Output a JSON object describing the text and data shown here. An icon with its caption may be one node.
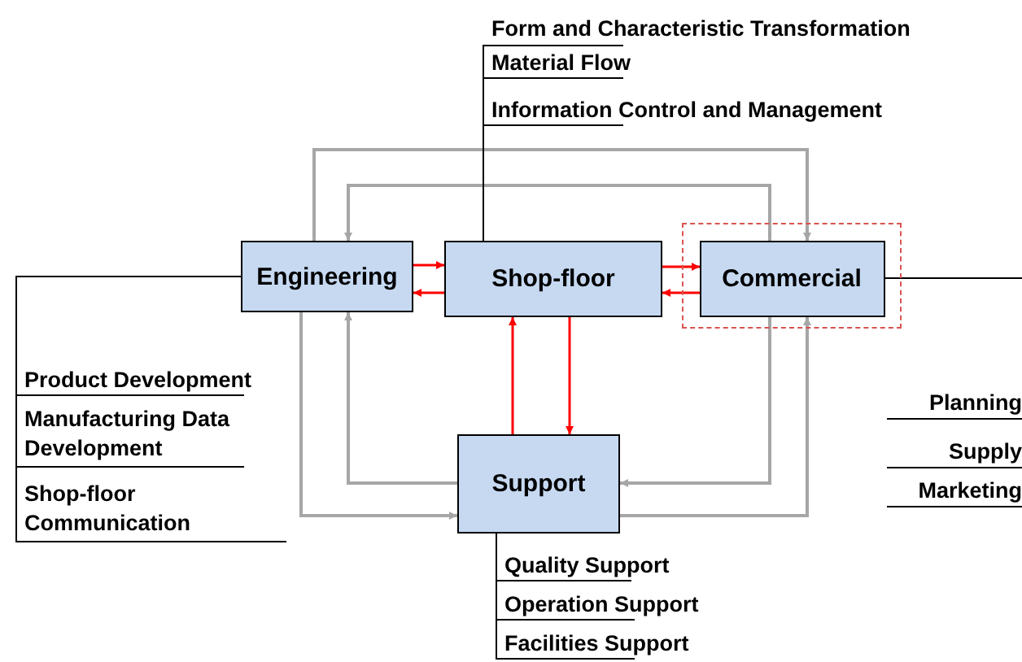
{
  "diagram": {
    "nodes": [
      {
        "text": [
          "Engineering"
        ]
      },
      {
        "text": [
          "Shop-floor"
        ]
      },
      {
        "text": [],
        "shape": "box"
      },
      {
        "text": [
          "Commercial"
        ],
        "in": 2
      },
      {
        "text": [
          "Support"
        ]
      },
      {
        "text": [
          "Form and Characteristic Transformation"
        ]
      },
      {
        "text": [
          "Material Flow"
        ]
      },
      {
        "text": [
          "Information Control and Management"
        ]
      },
      {
        "text": [
          "Product Development"
        ]
      },
      {
        "text": [
          "Manufacturing Data Development"
        ]
      },
      {
        "text": [
          "Shop-floor Communication"
        ]
      },
      {
        "text": [
          "Quality Support"
        ]
      },
      {
        "text": [
          "Operation Support"
        ]
      },
      {
        "text": [
          "Facilities Support"
        ]
      }
    ],
    "edges": [
      {
        "from": 0,
        "to": 1,
        "arrow": "to",
        "color": "#ff0000"
      },
      {
        "from": 1,
        "to": 0,
        "arrow": "to",
        "color": "#ff0000"
      },
      {
        "from": 1,
        "to": 3,
        "arrow": "to",
        "color": "#ff0000"
      },
      {
        "from": 3,
        "to": 1,
        "arrow": "to",
        "color": "#ff0000"
      },
      {
        "from": 4,
        "to": 1,
        "arrow": "to",
        "color": "#ff0000"
      },
      {
        "from": 1,
        "to": 4,
        "arrow": "to",
        "color": "#ff0000"
      },
      {
        "from": 0,
        "to": 3,
        "arrow": "to",
        "color": "#a6a6a6"
      },
      {
        "from": 3,
        "to": 0,
        "arrow": "to",
        "color": "#a6a6a6"
      },
      {
        "from": 0,
        "to": 4,
        "arrow": "to",
        "color": "#a6a6a6"
      },
      {
        "from": 4,
        "to": 0,
        "arrow": "to",
        "color": "#a6a6a6"
      },
      {
        "from": 3,
        "to": 4,
        "arrow": "to",
        "color": "#a6a6a6"
      },
      {
        "from": 4,
        "to": 3,
        "arrow": "to",
        "color": "#a6a6a6"
      },
      {
        "from": 1,
        "to": 5,
        "arrow": "none"
      },
      {
        "from": 1,
        "to": 6,
        "arrow": "none"
      },
      {
        "from": 1,
        "to": 7,
        "arrow": "none"
      },
      {
        "from": 0,
        "to": 8,
        "arrow": "none"
      },
      {
        "from": 0,
        "to": 9,
        "arrow": "none"
      },
      {
        "from": 0,
        "to": 10,
        "arrow": "none"
      },
      {
        "from": 4,
        "to": 11,
        "arrow": "none"
      },
      {
        "from": 4,
        "to": 12,
        "arrow": "none"
      },
      {
        "from": 4,
        "to": 13,
        "arrow": "none"
      },
      {
        "from": 3,
        "to": null,
        "arrow": "none"
      }
    ],
    "labels": [
      "Planning",
      "Supply",
      "Marketing"
    ]
  }
}
